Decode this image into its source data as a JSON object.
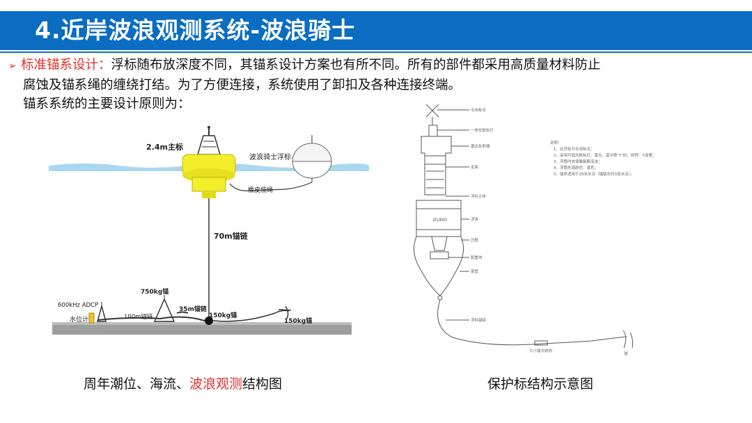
{
  "header": {
    "title": "4.近岸波浪观测系统-波浪骑士"
  },
  "intro": {
    "lead": "标准锚系设计：",
    "line1": "浮标随布放深度不同，其锚系设计方案也有所不同。所有的部件都采用高质量材料防止",
    "line2": "腐蚀及锚系绳的缠绕打结。为了方便连接，系统使用了卸扣及各种连接终端。",
    "line3": "锚系系统的主要设计原则为："
  },
  "left_diagram": {
    "buoy_label": "2.4m主标",
    "wave_buoy_label": "波浪骑士浮标",
    "rubber_rope_label": "橡皮缆绳",
    "chain_label": "70m锚链",
    "anchor750": "750kg锚",
    "anchor35": "35m锚链",
    "anchor150a": "150kg锚",
    "anchor150b": "150kg锚",
    "adcp": "600kHz ADCP",
    "tide_gauge": "水位计",
    "chain100": "100m锚链"
  },
  "right_diagram": {
    "labels_right": [
      "专用标志",
      "一体化航标灯",
      "雷达反射器",
      "支架",
      "浮标主体",
      "浮体",
      "压舱",
      "配重块",
      "尾管",
      "浮标锚链"
    ],
    "diameter": "Ø1800",
    "bottom_label": "大小锚式结构",
    "end_label": "锚",
    "notes_title": "说明：",
    "notes": [
      "1、此浮标为专用标志；",
      "2、采用可调光航标灯，黄光，莫尔斯\"Y\"码，射程：5海里；",
      "3、浮筒内充填聚氨酯泡沫；",
      "4、浮筒外观颜色：黄色；",
      "5、锚系适用于28米水深（锚链长约3倍水深）。"
    ]
  },
  "captions": {
    "left_pre": "周年潮位、海流、",
    "left_highlight": "波浪观测",
    "left_post": "结构图",
    "right": "保护标结构示意图"
  },
  "colors": {
    "title_bg": "#0a6dc2",
    "accent_red": "#e0302a",
    "buoy_yellow": "#f2ee2a",
    "water_blue": "#a9d7f2"
  }
}
